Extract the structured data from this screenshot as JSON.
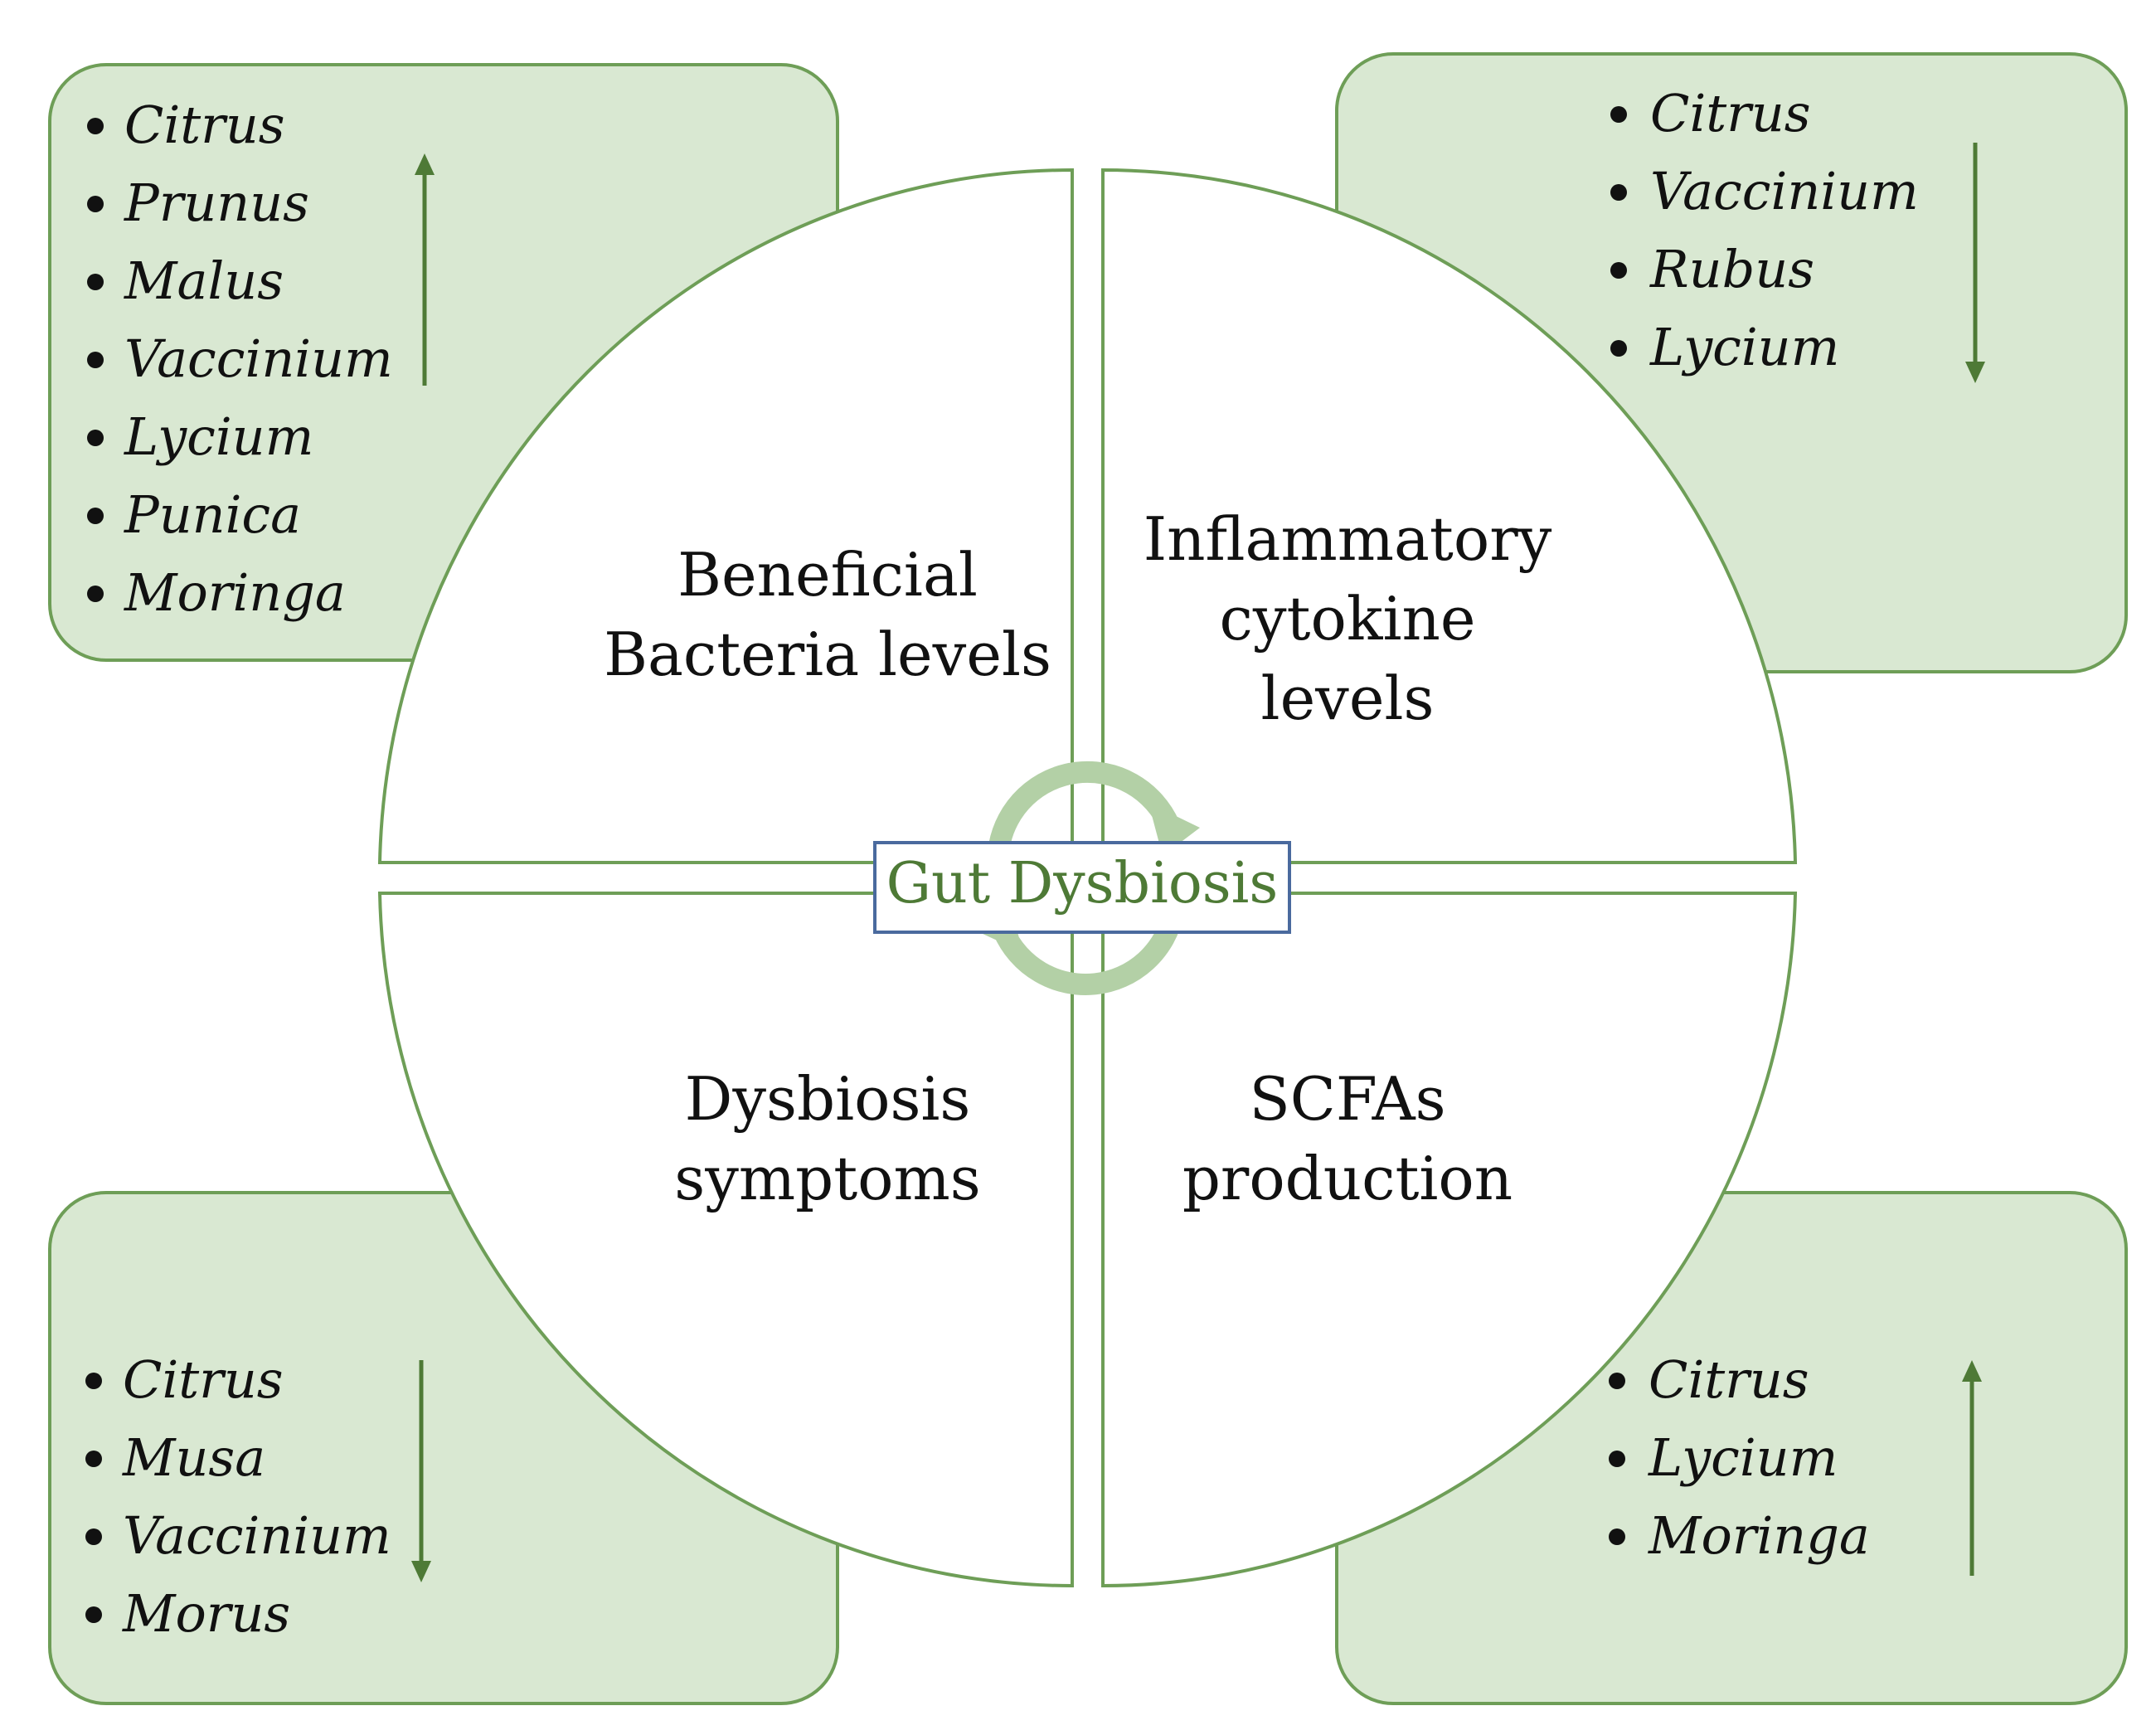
{
  "center": {
    "label": "Gut Dysbiosis"
  },
  "quadrants": [
    {
      "id": "tl",
      "label_lines": [
        "Beneficial",
        "Bacteria levels"
      ],
      "direction": "up",
      "items": [
        "Citrus",
        "Prunus",
        "Malus",
        "Vaccinium",
        "Lycium",
        "Punica",
        "Moringa"
      ]
    },
    {
      "id": "tr",
      "label_lines": [
        "Inflammatory",
        "cytokine",
        "levels"
      ],
      "direction": "down",
      "items": [
        "Citrus",
        "Vaccinium",
        "Rubus",
        "Lycium"
      ]
    },
    {
      "id": "bl",
      "label_lines": [
        "Dysbiosis",
        "symptoms"
      ],
      "direction": "down",
      "items": [
        "Citrus",
        "Musa",
        "Vaccinium",
        "Morus"
      ]
    },
    {
      "id": "br",
      "label_lines": [
        "SCFAs",
        "production"
      ],
      "direction": "up",
      "items": [
        "Citrus",
        "Lycium",
        "Moringa"
      ]
    }
  ],
  "colors": {
    "box_fill": "#d9e8d2",
    "box_stroke": "#6e9e57",
    "circle_stroke": "#6e9e57",
    "arrow": "#4e7a36",
    "cycle": "#b3d0a6",
    "center_border": "#4a6a9e",
    "center_text": "#4e7a36"
  },
  "icons": {
    "cycle": "cycle-arrows-icon",
    "bullet": "bullet-dot"
  }
}
